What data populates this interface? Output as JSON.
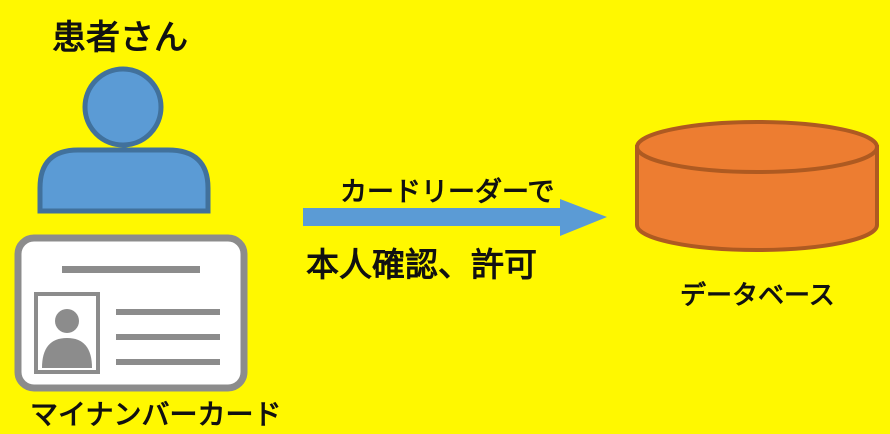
{
  "patient": {
    "title": "患者さん"
  },
  "card": {
    "label": "マイナンバーカード"
  },
  "process": {
    "line1": "カードリーダーで",
    "line2": "本人確認、許可"
  },
  "database": {
    "label": "データベース"
  },
  "colors": {
    "background": "#FFF800",
    "person_fill": "#5B9BD5",
    "person_stroke": "#41719C",
    "card_border": "#8C8C8C",
    "arrow": "#5B9BD5",
    "database_fill": "#ED7D31",
    "database_stroke": "#AE5A21"
  },
  "icons": [
    "person-icon",
    "id-card-icon",
    "arrow-icon",
    "database-icon"
  ]
}
